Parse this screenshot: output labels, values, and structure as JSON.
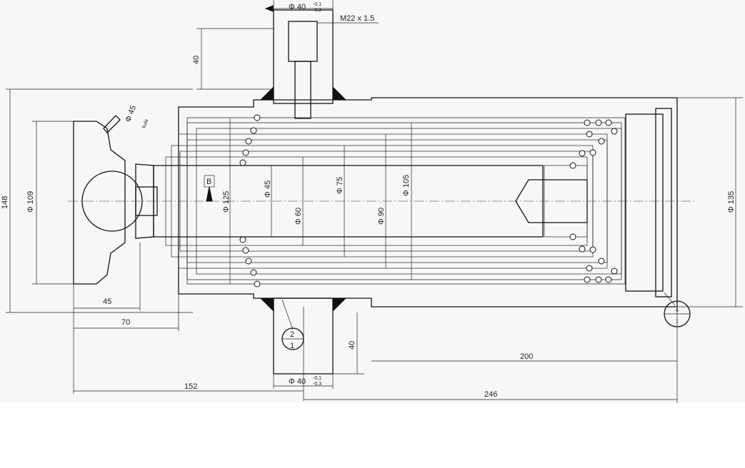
{
  "drawing": {
    "labels": {
      "port_diameter_top": "Φ 40",
      "port_tol_top_upper": "-0,1",
      "port_tol_top_lower": "-0,3",
      "thread": "M22 x 1.5",
      "port_height_top": "40",
      "ball_diameter": "Φ 45",
      "ball_note": "kula",
      "dia_109": "Φ 109",
      "dia_148": "148",
      "dia_125": "Φ 125",
      "dia_45": "Φ 45",
      "dia_60": "Φ 60",
      "dia_75": "Φ 75",
      "dia_90": "Φ 90",
      "dia_105": "Φ 105",
      "dia_135": "Φ 135",
      "ref_b": "B",
      "dim_45": "45",
      "dim_70": "70",
      "dim_152": "152",
      "dim_200": "200",
      "dim_246": "246",
      "port_height_bottom": "40",
      "port_diameter_bottom": "Φ 40",
      "port_tol_bottom_upper": "-0,1",
      "port_tol_bottom_lower": "-0,3",
      "callout_left_top": "2",
      "callout_left_bottom": "1",
      "callout_right_top": "6",
      "callout_right_bottom": "1"
    }
  }
}
